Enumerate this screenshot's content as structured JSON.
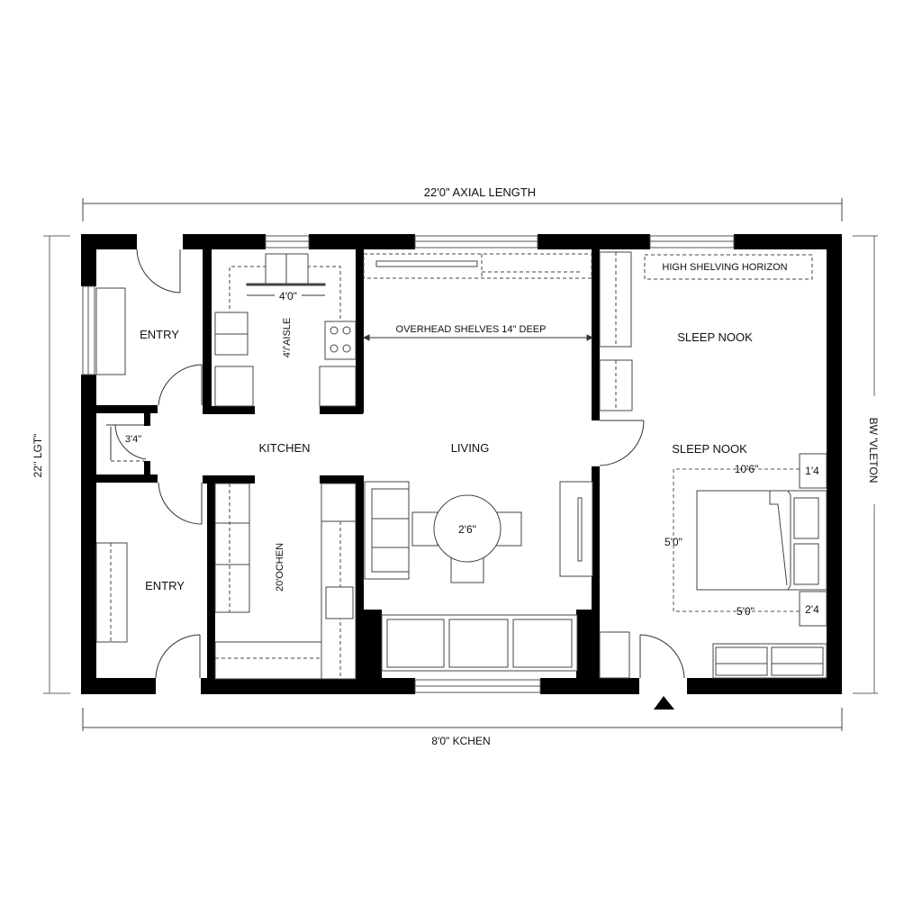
{
  "dimensions": {
    "top": "22'0\" AXIAL LENGTH",
    "bottom": "8'0\" KCHEN",
    "left": "22'' LGT\"",
    "right": "BW 'VLETON"
  },
  "rooms": {
    "entry_top": "ENTRY",
    "entry_bottom": "ENTRY",
    "kitchen": "KITCHEN",
    "living": "LIVING",
    "sleep_nook_top": "SLEEP NOOK",
    "sleep_nook_bottom": "SLEEP NOOK"
  },
  "annotations": {
    "kitchen_width": "4'0\"",
    "kitchen_aisle": "4'/'AISLE",
    "closet_width": "3'4\"",
    "galley_label": "20'OCHEN",
    "overhead_shelves": "OVERHEAD SHELVES 14\" DEEP",
    "table_size": "2'6\"",
    "high_shelving": "HIGH SHELVING HORIZON",
    "bed_zone_width": "10'6\"",
    "bed_zone_depth": "5'0\"",
    "bed_zone_bottom": "5'0\"",
    "nightstand_top": "1'4",
    "nightstand_bottom": "2'4"
  },
  "symbols": {
    "entry_marker": "north-arrow-triangle"
  },
  "colors": {
    "wall": "#000000",
    "line": "#333333",
    "background": "#ffffff"
  }
}
